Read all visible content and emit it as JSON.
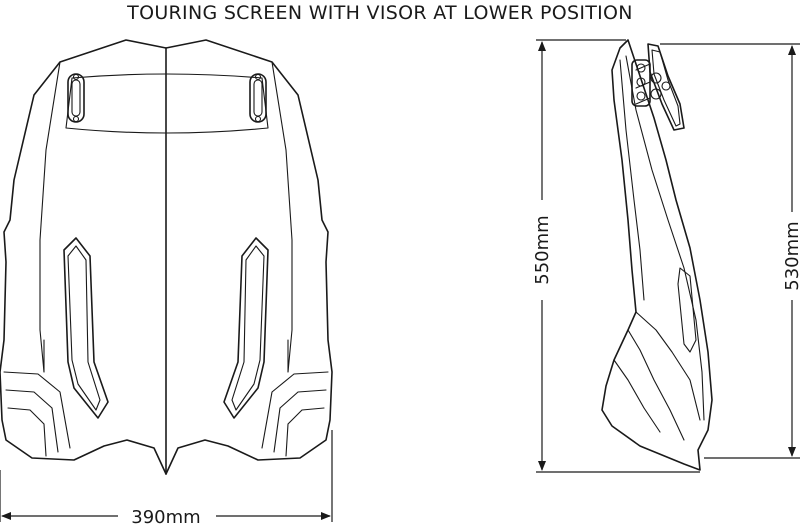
{
  "title": "TOURING SCREEN WITH VISOR AT LOWER POSITION",
  "dimensions": {
    "width": "390mm",
    "height_total": "550mm",
    "height_screen": "530mm"
  },
  "views": {
    "front": "front-view",
    "side": "side-view"
  }
}
